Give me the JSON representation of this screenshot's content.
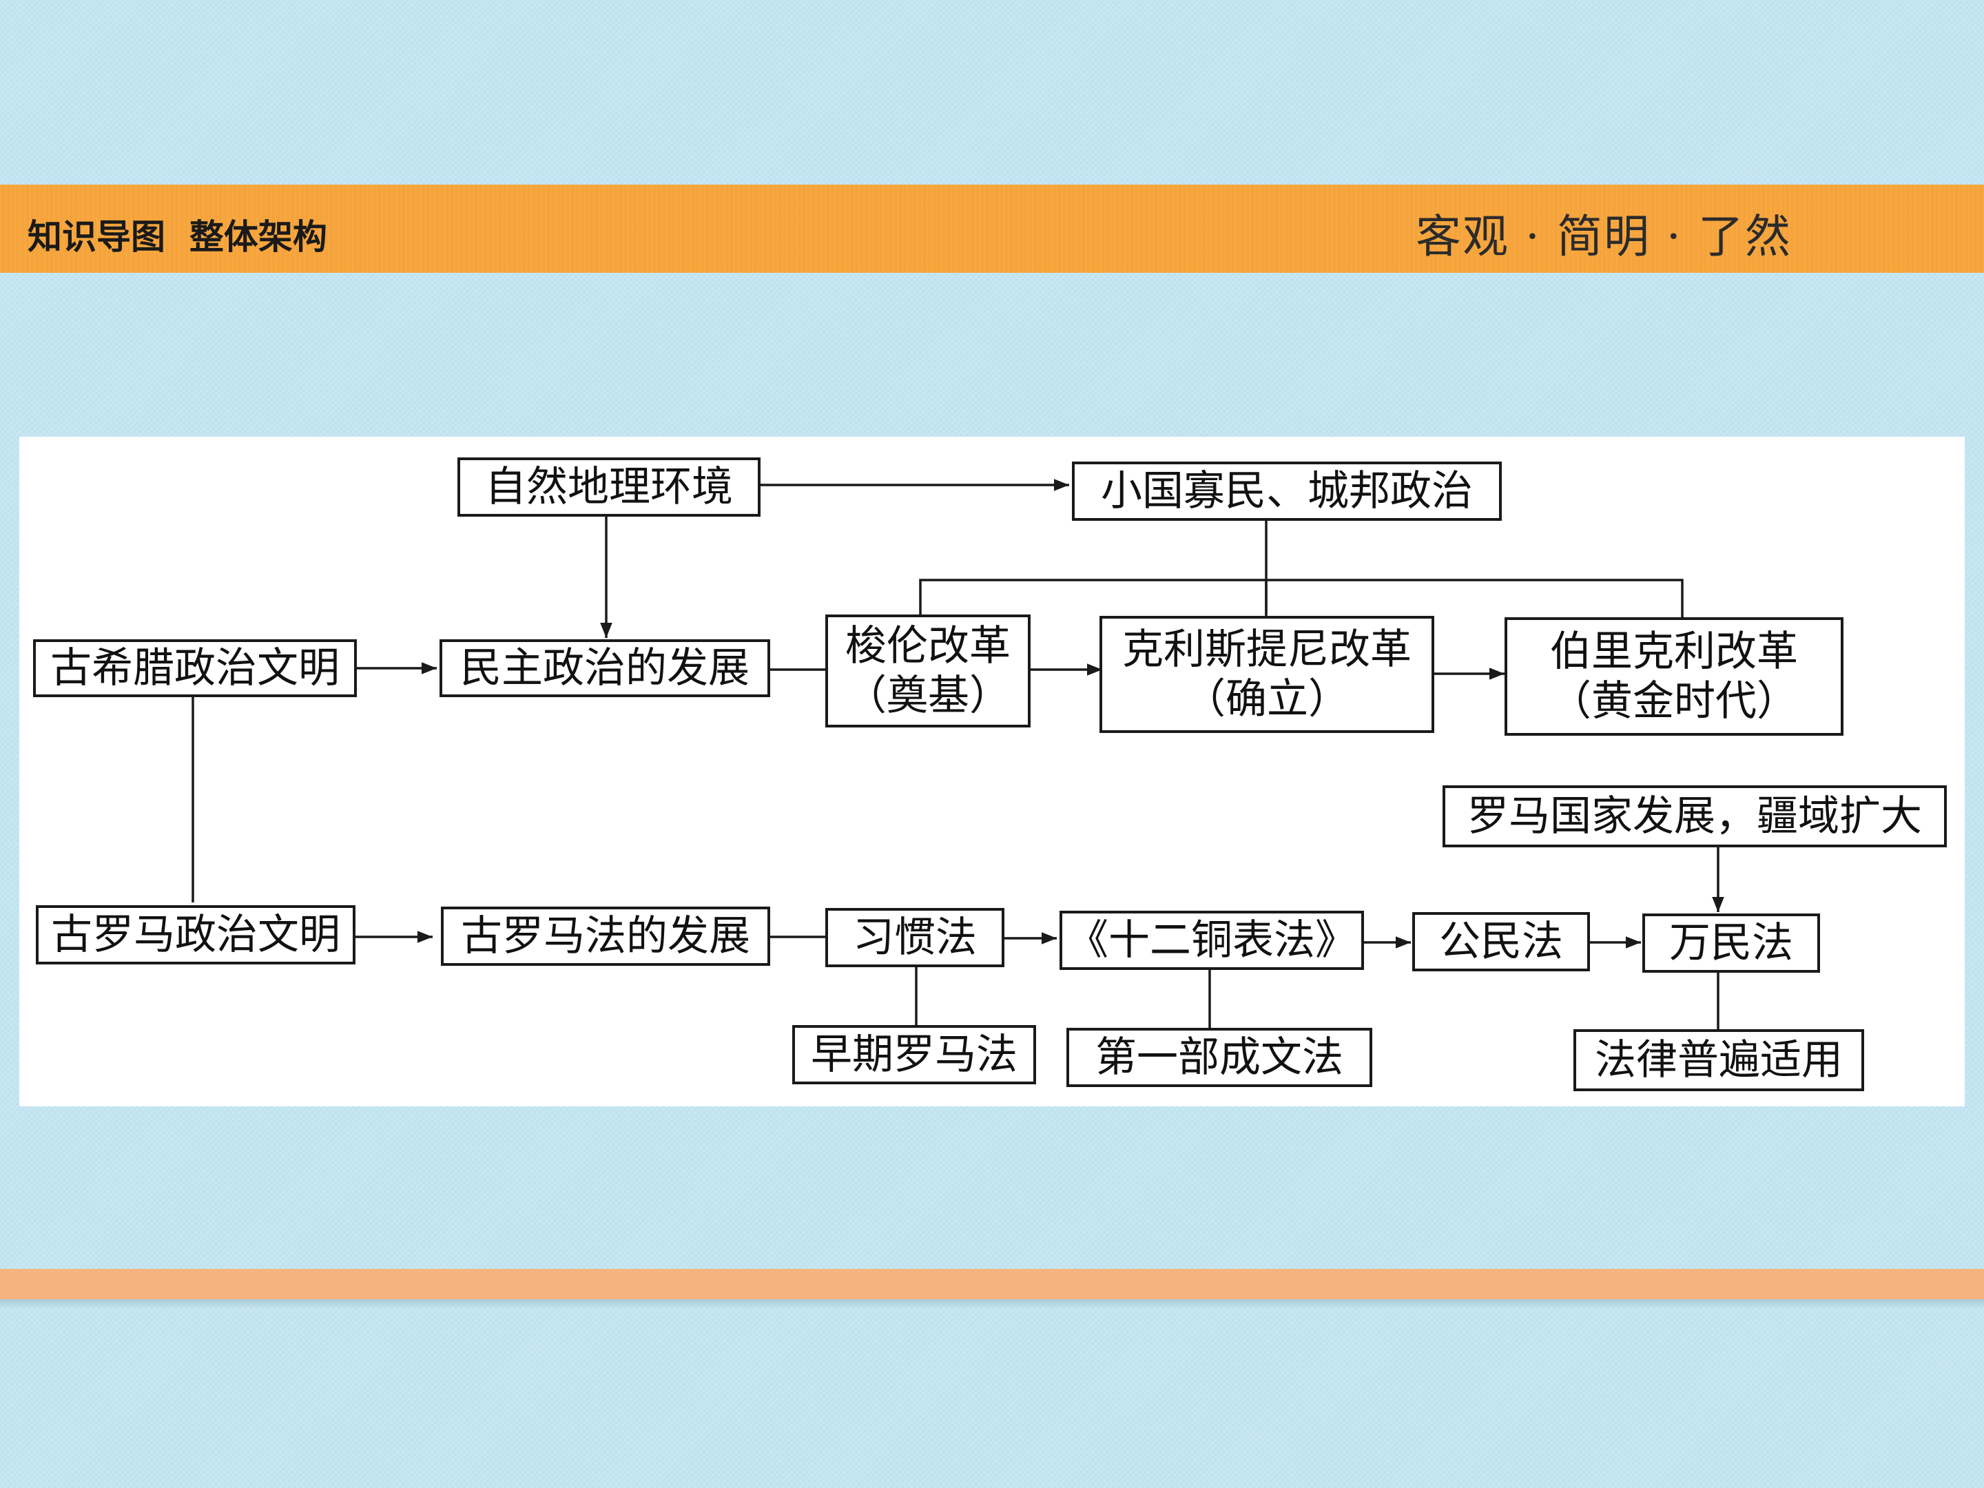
{
  "header": {
    "left": "知识导图  整体架构",
    "right": "客观 · 简明 · 了然"
  },
  "diagram": {
    "nodes": {
      "natural_geo": "自然地理环境",
      "small_state": "小国寡民、城邦政治",
      "greek_civ": "古希腊政治文明",
      "democracy_dev": "民主政治的发展",
      "solon": [
        "梭伦改革",
        "（奠基）"
      ],
      "cleisthenes": [
        "克利斯提尼改革",
        "（确立）"
      ],
      "pericles": [
        "伯里克利改革",
        "（黄金时代）"
      ],
      "rome_expand": "罗马国家发展，疆域扩大",
      "roman_civ": "古罗马政治文明",
      "roman_law_dev": "古罗马法的发展",
      "custom_law": "习惯法",
      "twelve_tables": "《十二铜表法》",
      "civil_law": "公民法",
      "jus_gentium": "万民法",
      "early_roman_law": "早期罗马法",
      "first_written_law": "第一部成文法",
      "universal_law": "法律普遍适用"
    }
  }
}
